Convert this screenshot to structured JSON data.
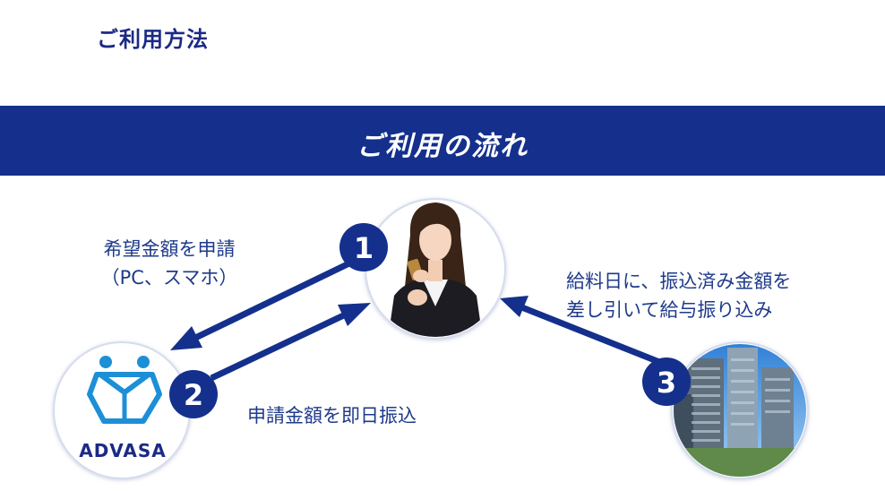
{
  "page_title": "ご利用方法",
  "banner_title": "ご利用の流れ",
  "steps": [
    {
      "number": "1",
      "lines": [
        "希望金額を申請",
        "（PC、スマホ）"
      ]
    },
    {
      "number": "2",
      "lines": [
        "申請金額を即日振込"
      ]
    },
    {
      "number": "3",
      "lines": [
        "給料日に、振込済み金額を",
        "差し引いて給与振り込み"
      ]
    }
  ],
  "logo_text": "ADVASA",
  "icons": {
    "user": "person-with-smartphone-photo",
    "company": "office-building-photo",
    "logo": "advasa-logo"
  },
  "colors": {
    "primary": "#14308c",
    "text": "#1e3a8a",
    "title": "#1b2a86",
    "circle_border": "#d6dcee"
  }
}
